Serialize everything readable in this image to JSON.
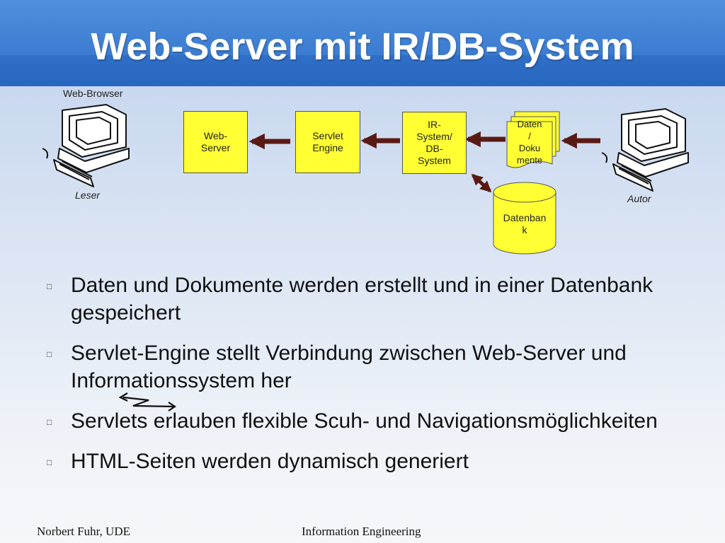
{
  "slide": {
    "title": "Web-Server mit IR/DB-System",
    "footer_left": "Norbert Fuhr, UDE",
    "footer_center": "Information Engineering"
  },
  "diagram": {
    "browser_label": "Web-Browser",
    "leser_label": "Leser",
    "autor_label": "Autor",
    "web_server": "Web-\nServer",
    "servlet_engine": "Servlet\nEngine",
    "ir_system": "IR-\nSystem/\nDB-\nSystem",
    "docs": "Daten\n/\nDoku\nmente",
    "database": "Datenban\nk",
    "computer_icon": "computer-icon",
    "arrow_color": "#5a1a14",
    "box_color": "#ffff33"
  },
  "bullets": [
    {
      "mark": "□",
      "text": "Daten und Dokumente werden erstellt und in einer Datenbank gespeichert"
    },
    {
      "mark": "□",
      "text": "Servlet-Engine stellt Verbindung zwischen Web-Server und Informationssystem her"
    },
    {
      "mark": "□",
      "text": "Servlets erlauben flexible Scuh- und Navigationsmöglichkeiten"
    },
    {
      "mark": "□",
      "text": "HTML-Seiten werden dynamisch generiert"
    }
  ]
}
